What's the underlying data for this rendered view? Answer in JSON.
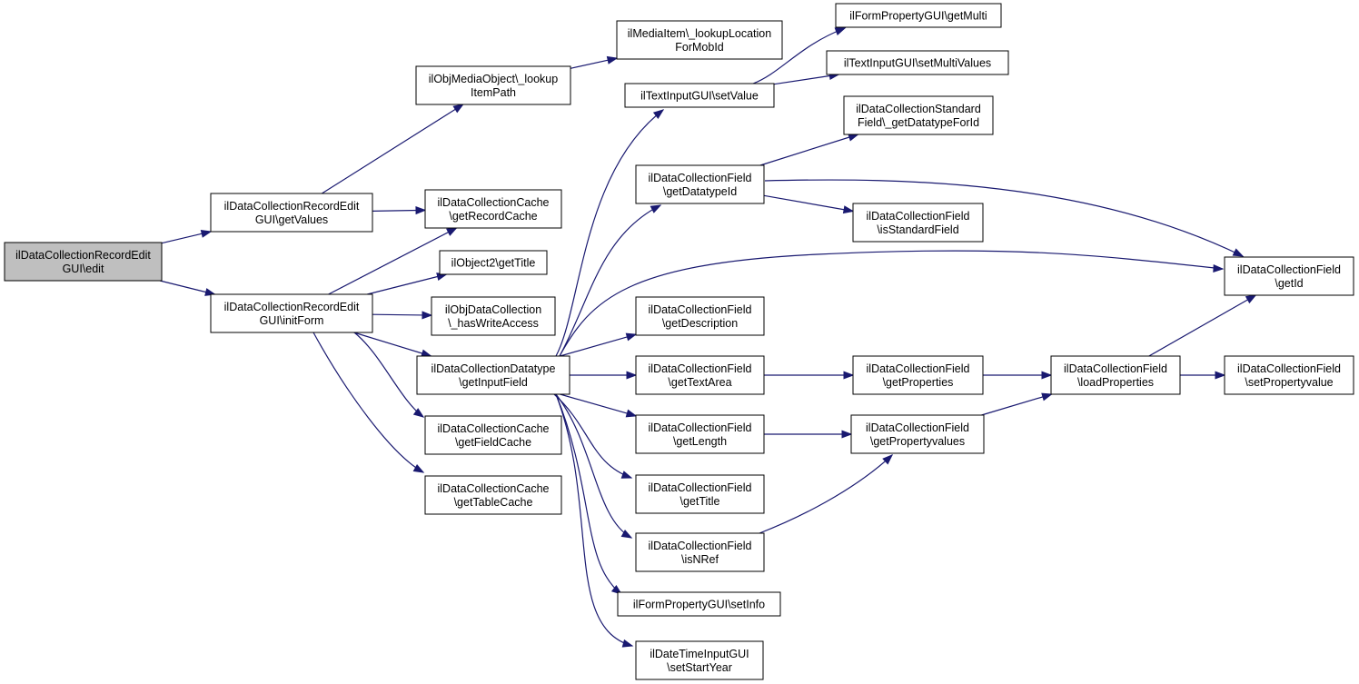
{
  "colors": {
    "edge": "#191970",
    "node_fill": "#ffffff",
    "root_fill": "#bfbfbf",
    "border": "#000000"
  },
  "nodes": [
    {
      "id": "edit",
      "lines": [
        "ilDataCollectionRecordEdit",
        "GUI\\edit"
      ],
      "root": true
    },
    {
      "id": "getValues",
      "lines": [
        "ilDataCollectionRecordEdit",
        "GUI\\getValues"
      ]
    },
    {
      "id": "initForm",
      "lines": [
        "ilDataCollectionRecordEdit",
        "GUI\\initForm"
      ]
    },
    {
      "id": "lookupItemPath",
      "lines": [
        "ilObjMediaObject\\_lookup",
        "ItemPath"
      ]
    },
    {
      "id": "lookupLocation",
      "lines": [
        "ilMediaItem\\_lookupLocation",
        "ForMobId"
      ]
    },
    {
      "id": "getRecordCache",
      "lines": [
        "ilDataCollectionCache",
        "\\getRecordCache"
      ]
    },
    {
      "id": "getTitleObj",
      "lines": [
        "ilObject2\\getTitle"
      ]
    },
    {
      "id": "hasWriteAccess",
      "lines": [
        "ilObjDataCollection",
        "\\_hasWriteAccess"
      ]
    },
    {
      "id": "getInputField",
      "lines": [
        "ilDataCollectionDatatype",
        "\\getInputField"
      ]
    },
    {
      "id": "getFieldCache",
      "lines": [
        "ilDataCollectionCache",
        "\\getFieldCache"
      ]
    },
    {
      "id": "getTableCache",
      "lines": [
        "ilDataCollectionCache",
        "\\getTableCache"
      ]
    },
    {
      "id": "setValue",
      "lines": [
        "ilTextInputGUI\\setValue"
      ]
    },
    {
      "id": "getMulti",
      "lines": [
        "ilFormPropertyGUI\\getMulti"
      ]
    },
    {
      "id": "setMultiValues",
      "lines": [
        "ilTextInputGUI\\setMultiValues"
      ]
    },
    {
      "id": "getDatatypeForId",
      "lines": [
        "ilDataCollectionStandard",
        "Field\\_getDatatypeForId"
      ]
    },
    {
      "id": "getDatatypeId",
      "lines": [
        "ilDataCollectionField",
        "\\getDatatypeId"
      ]
    },
    {
      "id": "isStandardField",
      "lines": [
        "ilDataCollectionField",
        "\\isStandardField"
      ]
    },
    {
      "id": "getId",
      "lines": [
        "ilDataCollectionField",
        "\\getId"
      ]
    },
    {
      "id": "getDescription",
      "lines": [
        "ilDataCollectionField",
        "\\getDescription"
      ]
    },
    {
      "id": "getTextArea",
      "lines": [
        "ilDataCollectionField",
        "\\getTextArea"
      ]
    },
    {
      "id": "getProperties",
      "lines": [
        "ilDataCollectionField",
        "\\getProperties"
      ]
    },
    {
      "id": "loadProperties",
      "lines": [
        "ilDataCollectionField",
        "\\loadProperties"
      ]
    },
    {
      "id": "setPropertyvalue",
      "lines": [
        "ilDataCollectionField",
        "\\setPropertyvalue"
      ]
    },
    {
      "id": "getLength",
      "lines": [
        "ilDataCollectionField",
        "\\getLength"
      ]
    },
    {
      "id": "getPropertyvalues",
      "lines": [
        "ilDataCollectionField",
        "\\getPropertyvalues"
      ]
    },
    {
      "id": "getTitleField",
      "lines": [
        "ilDataCollectionField",
        "\\getTitle"
      ]
    },
    {
      "id": "isNRef",
      "lines": [
        "ilDataCollectionField",
        "\\isNRef"
      ]
    },
    {
      "id": "setInfo",
      "lines": [
        "ilFormPropertyGUI\\setInfo"
      ]
    },
    {
      "id": "setStartYear",
      "lines": [
        "ilDateTimeInputGUI",
        "\\setStartYear"
      ]
    }
  ],
  "edges": [
    [
      "edit",
      "getValues"
    ],
    [
      "edit",
      "initForm"
    ],
    [
      "getValues",
      "lookupItemPath"
    ],
    [
      "getValues",
      "getRecordCache"
    ],
    [
      "lookupItemPath",
      "lookupLocation"
    ],
    [
      "initForm",
      "getRecordCache"
    ],
    [
      "initForm",
      "getTitleObj"
    ],
    [
      "initForm",
      "hasWriteAccess"
    ],
    [
      "initForm",
      "getInputField"
    ],
    [
      "initForm",
      "getFieldCache"
    ],
    [
      "initForm",
      "getTableCache"
    ],
    [
      "getInputField",
      "setValue"
    ],
    [
      "getInputField",
      "getDatatypeId"
    ],
    [
      "getInputField",
      "getId"
    ],
    [
      "getInputField",
      "getDescription"
    ],
    [
      "getInputField",
      "getTextArea"
    ],
    [
      "getInputField",
      "getLength"
    ],
    [
      "getInputField",
      "getTitleField"
    ],
    [
      "getInputField",
      "isNRef"
    ],
    [
      "getInputField",
      "setInfo"
    ],
    [
      "getInputField",
      "setStartYear"
    ],
    [
      "setValue",
      "getMulti"
    ],
    [
      "setValue",
      "setMultiValues"
    ],
    [
      "getDatatypeId",
      "getDatatypeForId"
    ],
    [
      "getDatatypeId",
      "isStandardField"
    ],
    [
      "getDatatypeId",
      "getId"
    ],
    [
      "getTextArea",
      "getProperties"
    ],
    [
      "getLength",
      "getPropertyvalues"
    ],
    [
      "isNRef",
      "getPropertyvalues"
    ],
    [
      "getProperties",
      "loadProperties"
    ],
    [
      "getPropertyvalues",
      "loadProperties"
    ],
    [
      "loadProperties",
      "getId"
    ],
    [
      "loadProperties",
      "setPropertyvalue"
    ]
  ]
}
